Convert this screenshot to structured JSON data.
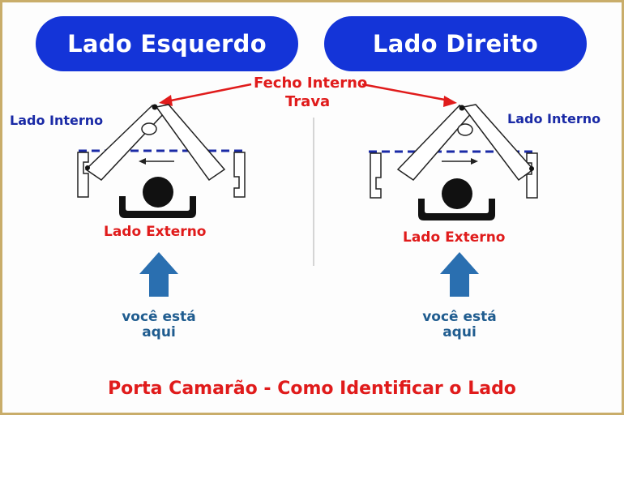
{
  "left": {
    "title": "Lado Esquerdo",
    "internal_label": "Lado Interno",
    "external_label": "Lado Externo",
    "you_are_here": [
      "você está",
      "aqui"
    ]
  },
  "right": {
    "title": "Lado Direito",
    "internal_label": "Lado Interno",
    "external_label": "Lado Externo",
    "you_are_here": [
      "você está",
      "aqui"
    ]
  },
  "center_labels": {
    "line1": "Fecho Interno",
    "line2": "Trava"
  },
  "footer": "Porta Camarão - Como Identificar o Lado",
  "colors": {
    "pill": "#1434d8",
    "label_red": "#e01b1b",
    "label_navy": "#1a2aa6",
    "arrow_blue": "#2a6fb0",
    "frame_border": "#c9ad6a"
  }
}
